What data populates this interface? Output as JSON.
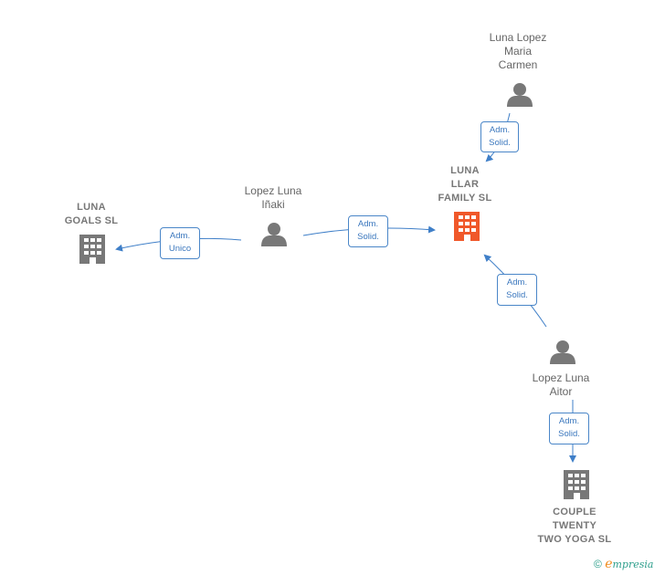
{
  "colors": {
    "person": "#787878",
    "company": "#787878",
    "company_highlight": "#f0582a",
    "edge": "#3f7fc8",
    "label_text": "#666666"
  },
  "nodes": {
    "luna_lopez_maria_carmen": {
      "label": "Luna Lopez\nMaria\nCarmen",
      "kind": "person",
      "icon": "person-icon"
    },
    "luna_llar_family": {
      "label": "LUNA\nLLAR\nFAMILY  SL",
      "kind": "company",
      "icon": "building-icon",
      "highlighted": true
    },
    "lopez_luna_inaki": {
      "label": "Lopez Luna\nIñaki",
      "kind": "person",
      "icon": "person-icon"
    },
    "luna_goals": {
      "label": "LUNA\nGOALS  SL",
      "kind": "company",
      "icon": "building-icon"
    },
    "lopez_luna_aitor": {
      "label": "Lopez Luna\nAitor",
      "kind": "person",
      "icon": "person-icon"
    },
    "couple_twenty_two_yoga": {
      "label": "COUPLE\nTWENTY\nTWO YOGA  SL",
      "kind": "company",
      "icon": "building-icon"
    }
  },
  "edges": [
    {
      "from": "luna_lopez_maria_carmen",
      "to": "luna_llar_family",
      "role": "Adm.\nSolid."
    },
    {
      "from": "lopez_luna_inaki",
      "to": "luna_llar_family",
      "role": "Adm.\nSolid."
    },
    {
      "from": "lopez_luna_inaki",
      "to": "luna_goals",
      "role": "Adm.\nUnico"
    },
    {
      "from": "lopez_luna_aitor",
      "to": "luna_llar_family",
      "role": "Adm.\nSolid."
    },
    {
      "from": "lopez_luna_aitor",
      "to": "couple_twenty_two_yoga",
      "role": "Adm.\nSolid."
    }
  ],
  "brand": {
    "copyright": "©",
    "e_letter": "e",
    "rest": "mpresia"
  }
}
